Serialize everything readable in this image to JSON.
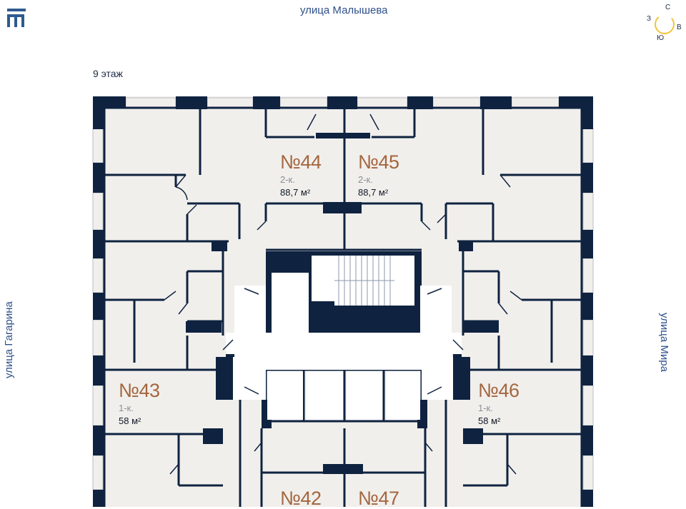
{
  "streets": {
    "top": "улица Малышева",
    "left": "улица Гагарина",
    "right": "улица Мира"
  },
  "floor": "9 этаж",
  "compass": {
    "north": "С",
    "west": "З",
    "east": "В",
    "south": "Ю"
  },
  "apartments": [
    {
      "number": "№44",
      "type": "2-к.",
      "area": "88,7 м²"
    },
    {
      "number": "№45",
      "type": "2-к.",
      "area": "88,7 м²"
    },
    {
      "number": "№43",
      "type": "1-к.",
      "area": "58 м²"
    },
    {
      "number": "№46",
      "type": "1-к.",
      "area": "58 м²"
    },
    {
      "number": "№42"
    },
    {
      "number": "№47"
    }
  ],
  "colors": {
    "wall": "#0f2340",
    "floor": "#f1efec",
    "accent": "#a3663f",
    "sun": "#f1c33c"
  }
}
